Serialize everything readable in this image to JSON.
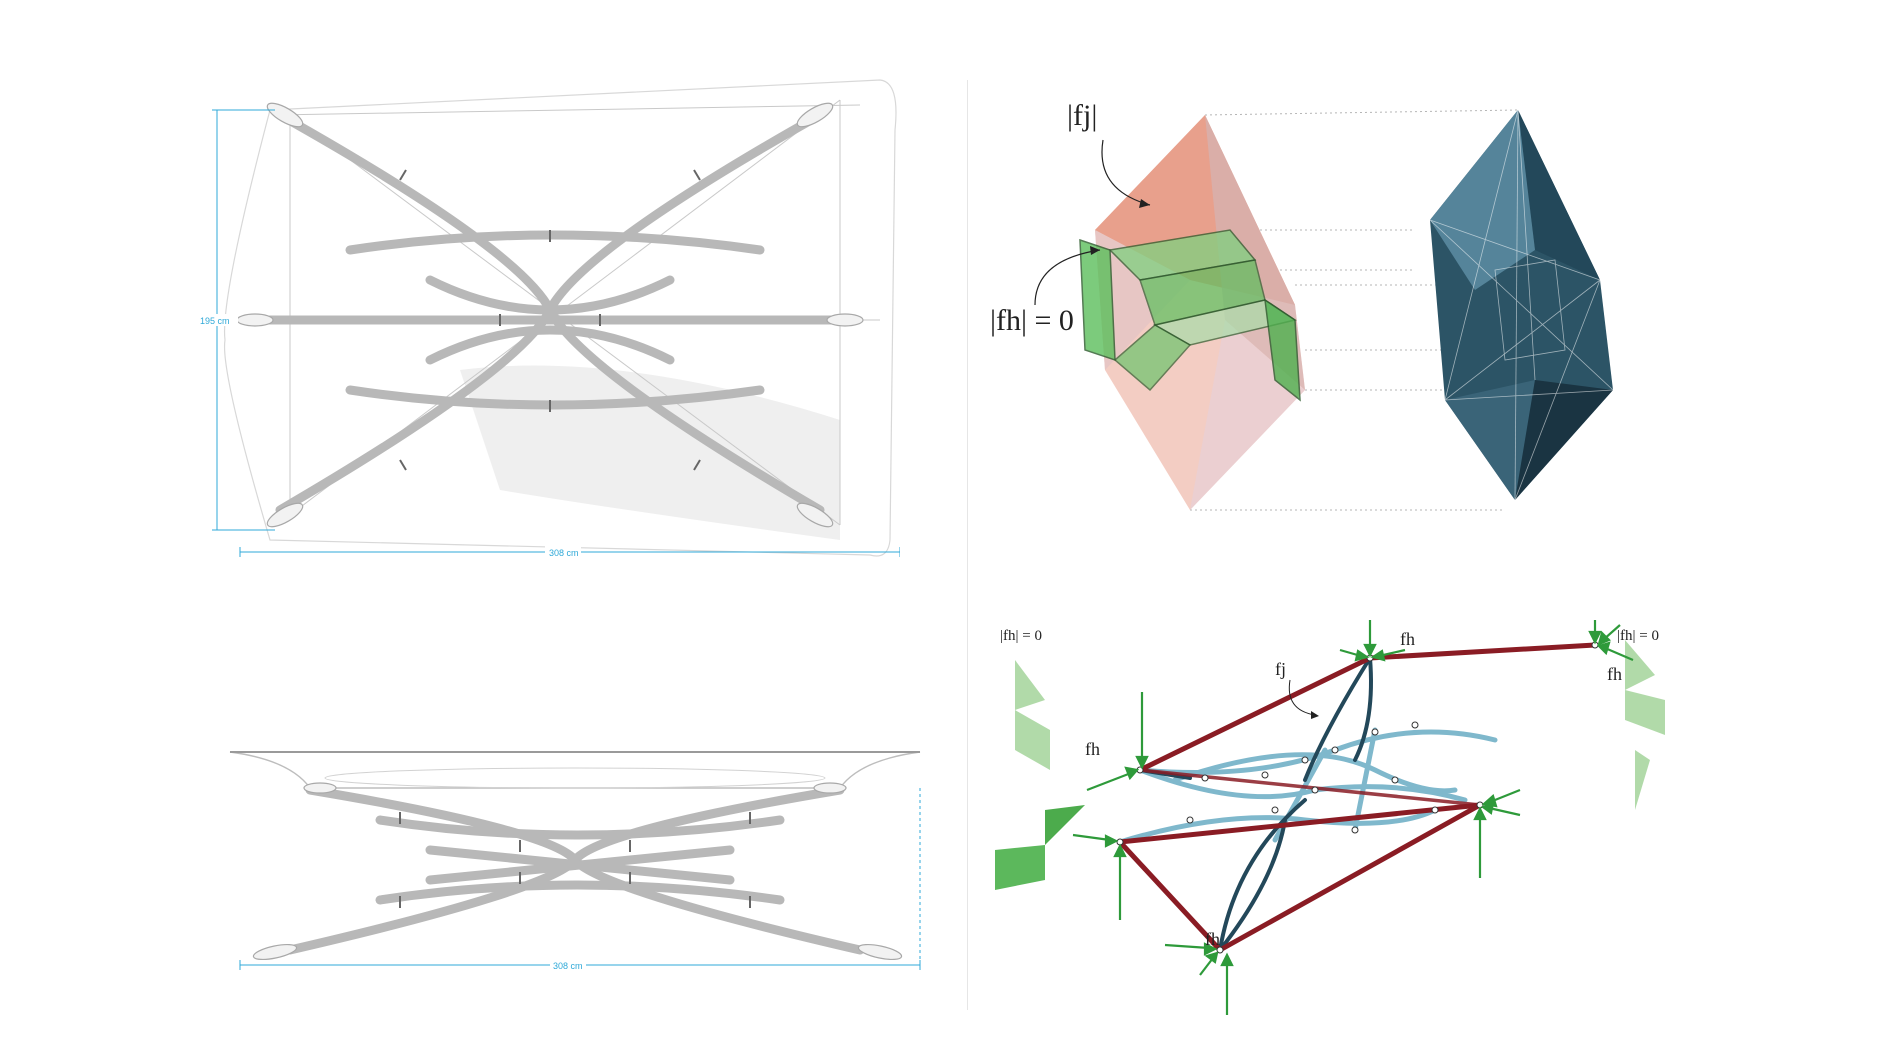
{
  "plan_view": {
    "width_label": "195 cm",
    "length_label": "308 cm",
    "dim_color": "#2fa9d8"
  },
  "elevation_view": {
    "length_label": "308 cm"
  },
  "polyhedron_diagram": {
    "label_fj": "|fj|",
    "label_fh_zero": "|fh| = 0",
    "colors": {
      "salmon": "#e8a08c",
      "green": "#5cbf5c",
      "teal": "#2c5466"
    }
  },
  "force_diagram": {
    "label_fh_zero_left": "|fh| = 0",
    "label_fh_zero_right": "|fh| = 0",
    "label_fj": "fj",
    "label_fh_1": "fh",
    "label_fh_2": "fh",
    "label_fh_3": "fh",
    "label_fh_4": "fh",
    "colors": {
      "tension": "#8a1c24",
      "compression": "#7fb8cc",
      "arrow": "#2e9a3a"
    }
  }
}
